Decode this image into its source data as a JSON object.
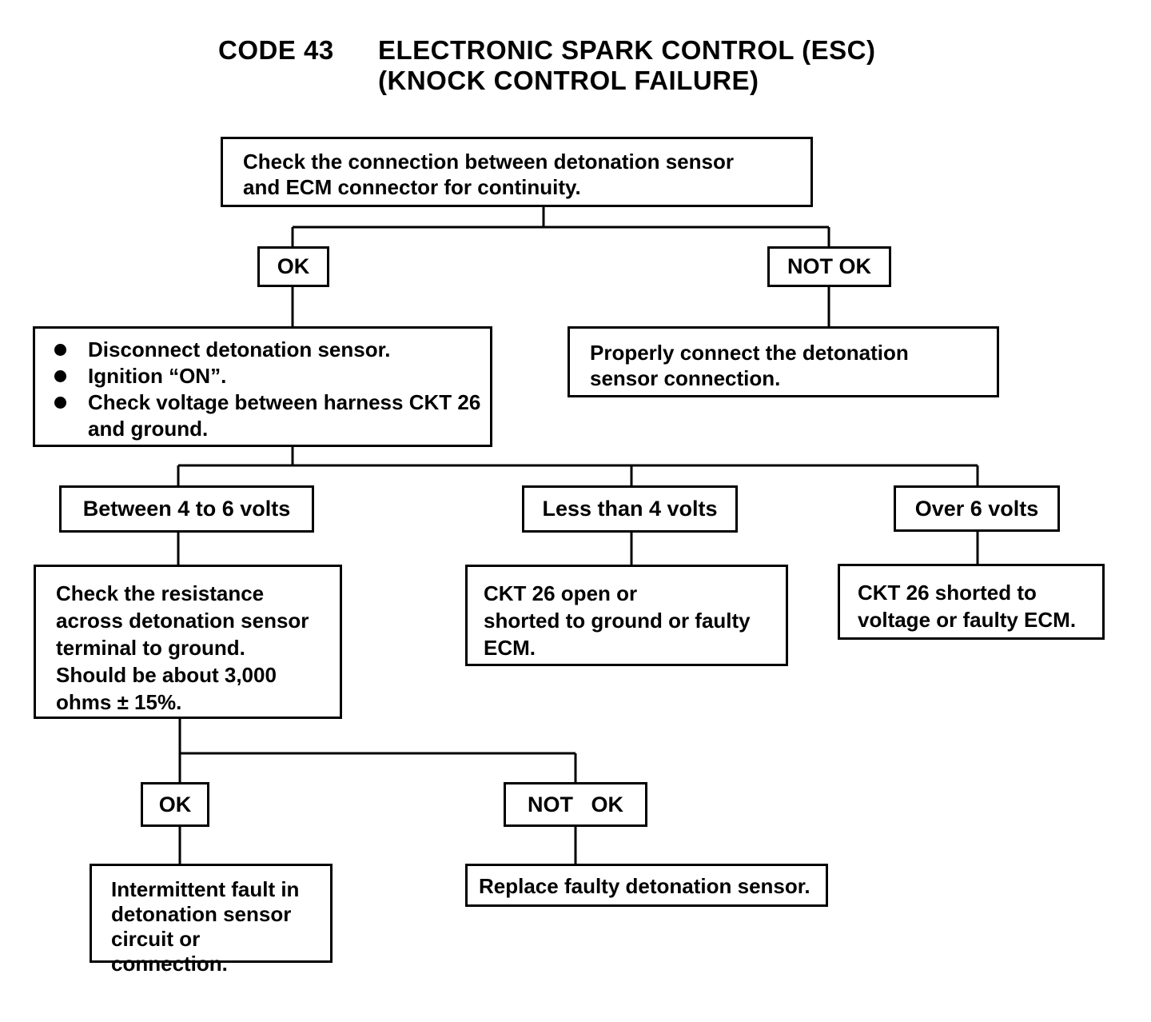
{
  "title": {
    "code": "CODE 43",
    "line1": "ELECTRONIC SPARK CONTROL (ESC)",
    "line2": "(KNOCK CONTROL FAILURE)"
  },
  "nodes": {
    "check_connection": [
      "Check the connection between detonation sensor",
      "and ECM connector for continuity."
    ],
    "ok_1": "OK",
    "not_ok_1": "NOT OK",
    "properly_connect": [
      "Properly connect the detonation",
      "sensor connection."
    ],
    "steps": [
      "Disconnect detonation sensor.",
      "Ignition “ON”.",
      "Check voltage between harness CKT 26 and ground."
    ],
    "between_4_6": "Between 4 to 6 volts",
    "less_than_4": "Less than 4 volts",
    "over_6": "Over 6 volts",
    "check_resistance": [
      "Check the resistance",
      "across detonation sensor",
      "terminal to ground.",
      "Should be about 3,000",
      "ohms ± 15%."
    ],
    "ckt_open": [
      "CKT 26 open or",
      "shorted to ground or faulty",
      "ECM."
    ],
    "ckt_shorted": [
      "CKT 26 shorted to",
      "voltage or faulty ECM."
    ],
    "ok_2": "OK",
    "not_ok_2": "NOT   OK",
    "intermittent": [
      "Intermittent fault in",
      "detonation sensor",
      "circuit or connection."
    ],
    "replace": "Replace faulty detonation sensor."
  }
}
